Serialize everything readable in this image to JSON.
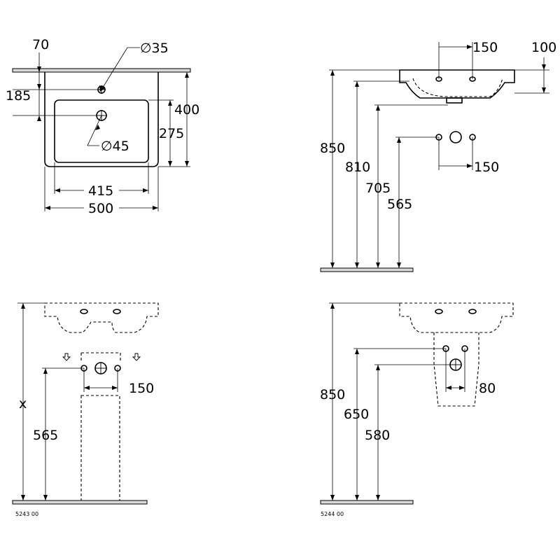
{
  "top_view": {
    "dim_70": "70",
    "dim_185": "185",
    "dim_dia35": "∅35",
    "dim_dia45": "∅45",
    "dim_400": "400",
    "dim_275": "275",
    "dim_415": "415",
    "dim_500": "500"
  },
  "side_view_top_right": {
    "dim_150_top": "150",
    "dim_100": "100",
    "dim_850": "850",
    "dim_810": "810",
    "dim_705": "705",
    "dim_565": "565",
    "dim_150_bottom": "150"
  },
  "pedestal_view_left": {
    "dim_x": "x",
    "dim_565": "565",
    "dim_150": "150",
    "article_code": "5243 00"
  },
  "semi_pedestal_view_right": {
    "dim_850": "850",
    "dim_650": "650",
    "dim_580": "580",
    "dim_80": "80",
    "article_code": "5244 00"
  }
}
